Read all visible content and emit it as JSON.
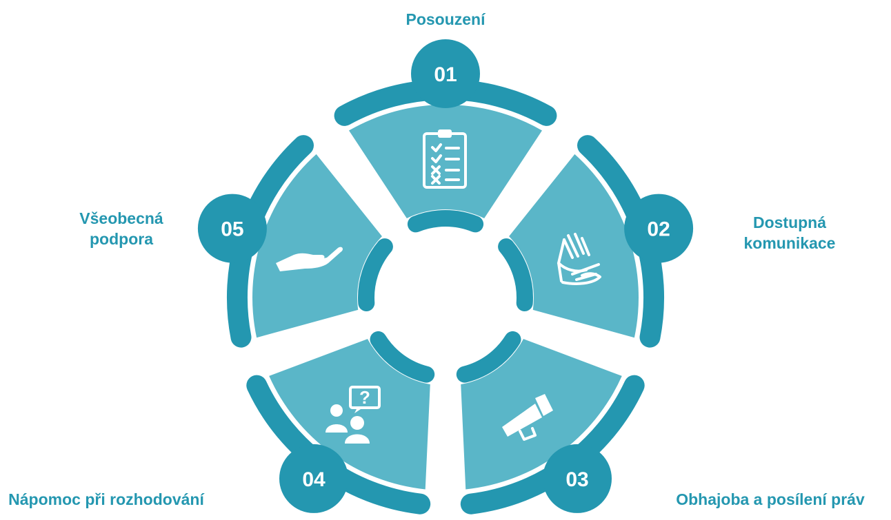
{
  "steps": [
    {
      "number": "01",
      "label": "Posouzení",
      "icon": "clipboard-checklist-icon"
    },
    {
      "number": "02",
      "label": "Dostupná komunikace",
      "icon": "sign-language-hands-icon"
    },
    {
      "number": "03",
      "label": "Obhajoba a posílení práv",
      "icon": "megaphone-icon"
    },
    {
      "number": "04",
      "label": "Nápomoc při rozhodování",
      "icon": "people-question-icon"
    },
    {
      "number": "05",
      "label": "Všeobecná podpora",
      "icon": "open-hand-icon"
    }
  ],
  "labels": {
    "step1": "Posouzení",
    "step2_line1": "Dostupná",
    "step2_line2": "komunikace",
    "step3": "Obhajoba a posílení práv",
    "step4": "Nápomoc při rozhodování",
    "step5_line1": "Všeobecná",
    "step5_line2": "podpora"
  },
  "colors": {
    "band": "#2497b0",
    "segment": "#5ab6c8",
    "text": "#2497b0",
    "background": "#ffffff"
  }
}
